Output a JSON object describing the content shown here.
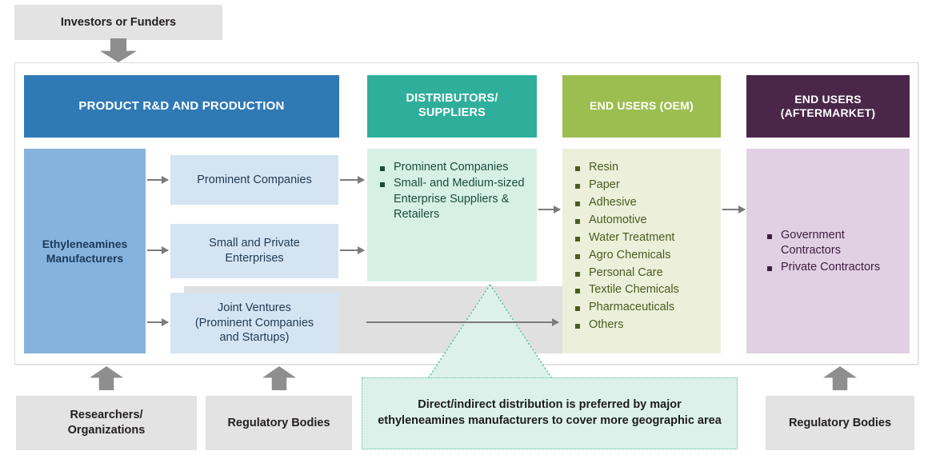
{
  "top": {
    "investors_label": "Investors or Funders"
  },
  "headers": [
    {
      "label": "PRODUCT R&D AND PRODUCTION",
      "color": "#2f79b5"
    },
    {
      "label": "DISTRIBUTORS/\nSUPPLIERS",
      "line1": "DISTRIBUTORS/",
      "line2": "SUPPLIERS",
      "color": "#2faf9b"
    },
    {
      "label": "END USERS (OEM)",
      "color": "#9cbe51"
    },
    {
      "label": "END USERS\n(AFTERMARKET)",
      "line1": "END USERS",
      "line2": "(AFTERMARKET)",
      "color": "#4a2749"
    }
  ],
  "production": {
    "manufacturers_line1": "Ethyleneamines",
    "manufacturers_line2": "Manufacturers",
    "boxes": [
      {
        "label": "Prominent Companies"
      },
      {
        "line1": "Small and Private",
        "line2": "Enterprises"
      },
      {
        "line1": "Joint Ventures",
        "line2": "(Prominent Companies",
        "line3": "and Startups)"
      }
    ]
  },
  "distributors": {
    "items": [
      "Prominent Companies",
      "Small- and Medium-sized Enterprise Suppliers & Retailers"
    ]
  },
  "end_users_oem": {
    "items": [
      "Resin",
      "Paper",
      "Adhesive",
      "Automotive",
      "Water Treatment",
      "Agro Chemicals",
      "Personal Care",
      "Textile Chemicals",
      "Pharmaceuticals",
      "Others"
    ]
  },
  "end_users_aftermarket": {
    "items": [
      "Government Contractors",
      "Private Contractors"
    ]
  },
  "callout": {
    "text": "Direct/indirect distribution is preferred by major ethyleneamines manufacturers to cover more geographic area",
    "border_color": "#5bbfa5",
    "fill_color": "#ddf1ea"
  },
  "bottom": [
    {
      "line1": "Researchers/",
      "line2": "Organizations"
    },
    {
      "line1": "Regulatory Bodies",
      "line2": ""
    },
    {
      "line1": "Regulatory Bodies",
      "line2": ""
    }
  ]
}
